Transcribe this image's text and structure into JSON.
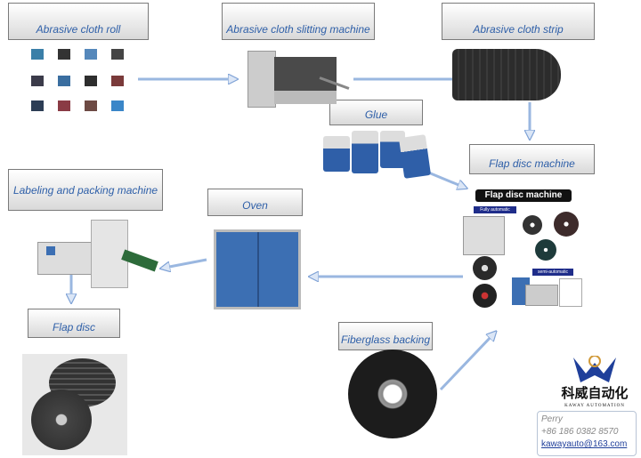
{
  "steps": {
    "cloth_roll": "Abrasive cloth roll",
    "slitting": "Abrasive cloth slitting machine",
    "strip": "Abrasive cloth strip",
    "glue": "Glue",
    "flap_machine": "Flap disc machine",
    "labeling": "Labeling and packing machine",
    "oven": "Oven",
    "flap_disc": "Flap disc",
    "fiberglass": "Fiberglass backing"
  },
  "machine_image": {
    "banner": "Flap disc machine",
    "fully": "Fully automatic",
    "semi": "semi-automatic"
  },
  "logo": {
    "chinese": "科威自动化",
    "english": "KAWAY AUTOMATION"
  },
  "contact": {
    "name": "Perry",
    "phone": "+86 186 0382 8570",
    "email": "kawayauto@163.com"
  },
  "colors": {
    "label_text": "#2e5fa8",
    "arrow_fill": "#dbe6f6",
    "arrow_stroke": "#7fa2d6",
    "machine_blue": "#3c6fb3"
  }
}
